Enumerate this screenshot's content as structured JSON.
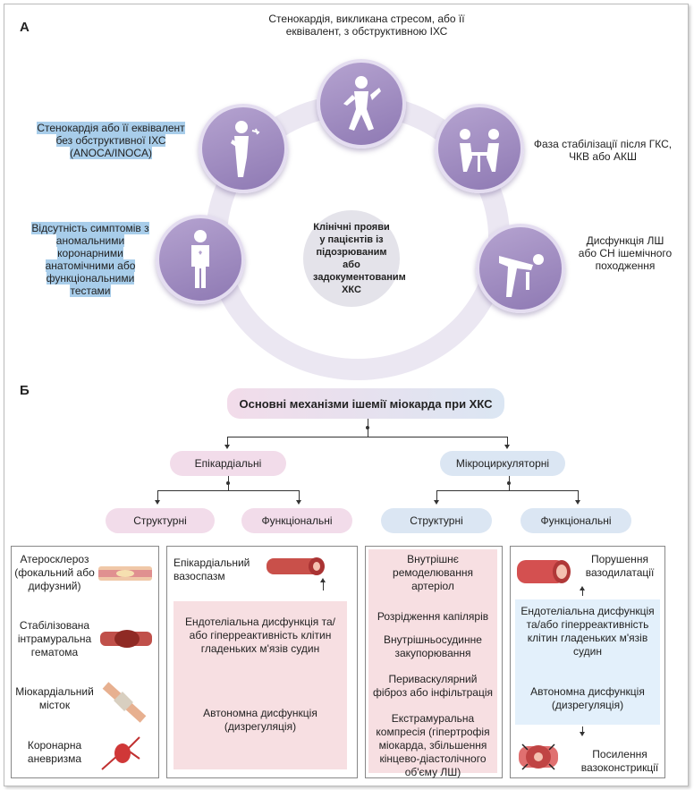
{
  "panel_a": {
    "label": "А",
    "center_text": "Клінічні прояви у пацієнтів із підозрюваним або задокументованим ХКС",
    "items": [
      {
        "text": "Стенокардія, викликана стресом, або її еквівалент, з обструктивною ІХС",
        "icon": "stressed-person-icon"
      },
      {
        "text": "Стенокардія або її еквівалент без обструктивної ІХС (ANOCA/INOCA)",
        "icon": "chest-pain-person-icon"
      },
      {
        "text": "Фаза стабілізації після ГКС, ЧКВ або АКШ",
        "icon": "consultation-icon"
      },
      {
        "text": "Відсутність симптомів з аномальними коронарними анатомічними або функціональними тестами",
        "icon": "standing-person-icon"
      },
      {
        "text": "Дисфункція ЛШ або СН ішемічного походження",
        "icon": "bent-over-person-icon"
      }
    ]
  },
  "panel_b": {
    "label": "Б",
    "title": "Основні механізми ішемії міокарда при ХКС",
    "level1": [
      "Епікардіальні",
      "Мікроциркуляторні"
    ],
    "level2": [
      "Структурні",
      "Функціональні",
      "Структурні",
      "Функціональні"
    ],
    "box1": [
      "Атеросклероз (фокальний або дифузний)",
      "Стабілізована інтрамуральна гематома",
      "Міокардіальний місток",
      "Коронарна аневризма"
    ],
    "box2": {
      "top": "Епікардіальний вазоспазм",
      "inner": [
        "Ендотеліальна дисфункція та/або гіперреактивність клітин гладеньких м'язів судин",
        "Автономна дисфункція (дизрегуляція)"
      ]
    },
    "box3": [
      "Внутрішнє ремоделювання артеріол",
      "Розрідження капілярів",
      "Внутрішньосудинне закупорювання",
      "Периваскулярний фіброз або інфільтрація",
      "Екстрамуральна компресія (гіпертрофія міокарда, збільшення кінцево-діастолічного об'єму ЛШ)"
    ],
    "box4": {
      "top": "Порушення вазодилатації",
      "inner": [
        "Ендотеліальна дисфункція та/або гіперреактивність клітин гладеньких м'язів судин",
        "Автономна дисфункція (дизрегуляція)"
      ],
      "bottom": "Посилення вазоконстрикції"
    }
  },
  "colors": {
    "purple_circle": "#9d89bf",
    "pink_pill": "#f2dcea",
    "blue_pill": "#dbe6f3",
    "pink_box": "#f7dfe2",
    "blue_box": "#e3f0fb",
    "highlight": "#a8cdea"
  }
}
